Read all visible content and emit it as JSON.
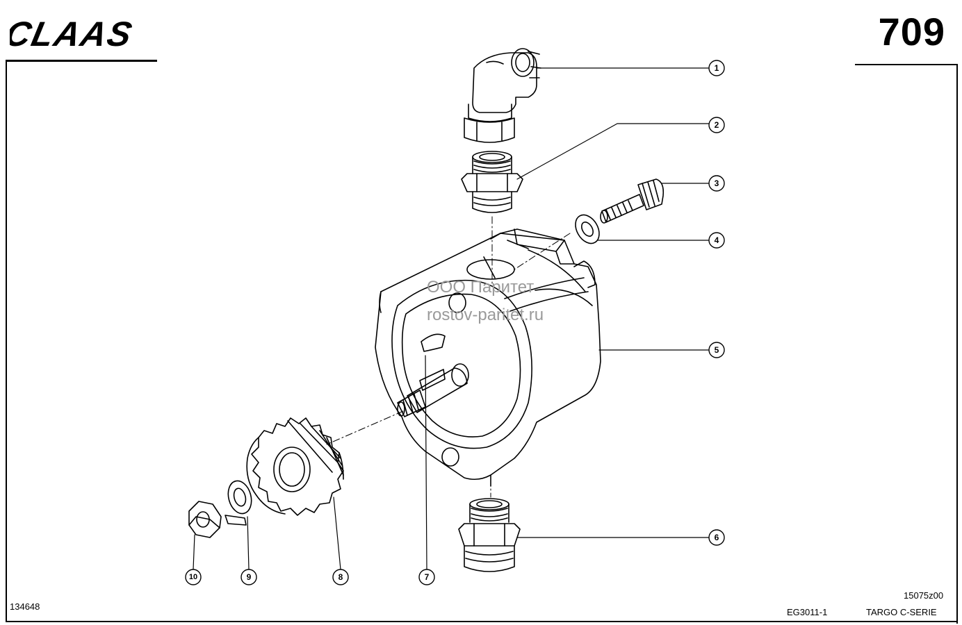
{
  "header": {
    "brand": "CLAAS",
    "page_number": "709"
  },
  "watermark": {
    "line1": "ООО Паритет",
    "line2": "rostov-paritet.ru"
  },
  "callouts": [
    {
      "label": "1"
    },
    {
      "label": "2"
    },
    {
      "label": "3"
    },
    {
      "label": "4"
    },
    {
      "label": "5"
    },
    {
      "label": "6"
    },
    {
      "label": "7"
    },
    {
      "label": "8"
    },
    {
      "label": "9"
    },
    {
      "label": "10"
    }
  ],
  "footer": {
    "drawing_id": "134648",
    "figure_code": "15075z00",
    "group_code": "EG3011-1",
    "series": "TARGO C-SERIE"
  }
}
